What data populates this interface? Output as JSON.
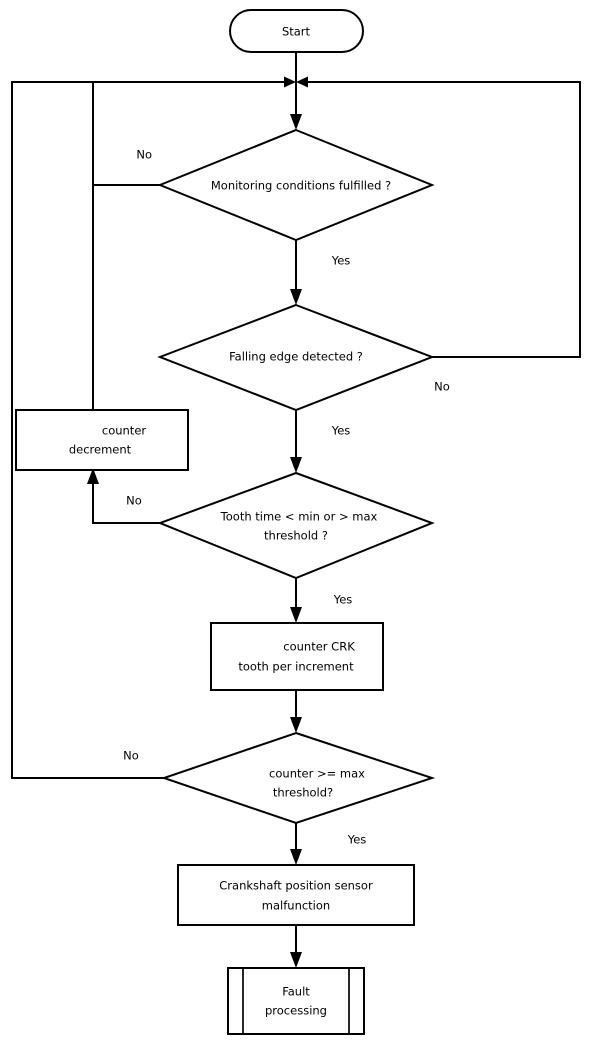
{
  "diagram": {
    "type": "flowchart",
    "title": "Crankshaft position sensor monitoring flowchart",
    "colors": {
      "background": "#ffffff",
      "stroke": "#000000",
      "text": "#000000"
    }
  },
  "nodes": {
    "start": {
      "shape": "terminator",
      "label": "Start"
    },
    "monitoring_conditions": {
      "shape": "decision",
      "label": "Monitoring conditions fulfilled ?"
    },
    "falling_edge": {
      "shape": "decision",
      "label": "Falling edge detected ?"
    },
    "counter_decrement": {
      "shape": "process",
      "line1": "counter",
      "line2": "decrement"
    },
    "tooth_time": {
      "shape": "decision",
      "line1": "Tooth time < min or > max",
      "line2": "threshold ?"
    },
    "counter_increment": {
      "shape": "process",
      "line1": "counter CRK",
      "line2": "tooth per increment"
    },
    "counter_max": {
      "shape": "decision",
      "line1": "counter >= max",
      "line2": "threshold?"
    },
    "malfunction": {
      "shape": "process",
      "line1": "Crankshaft position sensor",
      "line2": "malfunction"
    },
    "fault_processing": {
      "shape": "predefined-process",
      "line1": "Fault",
      "line2": "processing"
    }
  },
  "edge_labels": {
    "monitoring_no": "No",
    "monitoring_yes": "Yes",
    "falling_edge_no": "No",
    "falling_edge_yes": "Yes",
    "tooth_time_no": "No",
    "tooth_time_yes": "Yes",
    "counter_max_no": "No",
    "counter_max_yes": "Yes"
  }
}
